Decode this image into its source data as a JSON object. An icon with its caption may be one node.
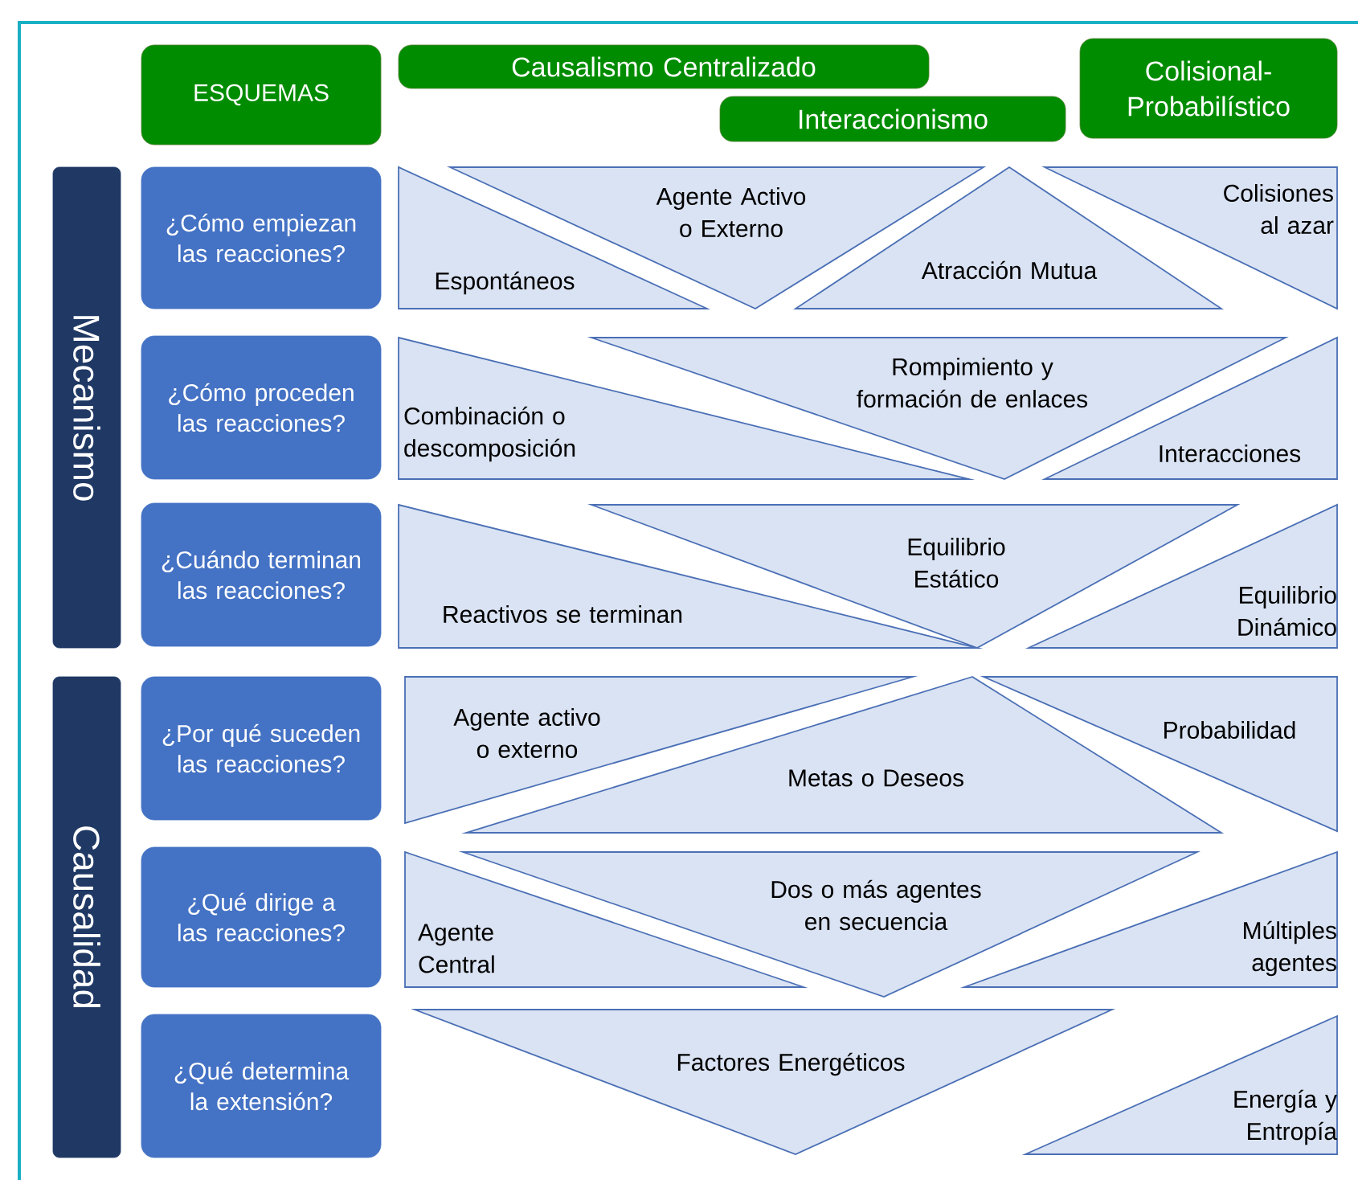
{
  "diagram": {
    "nodes": [
      {
        "text": [
          "ESQUEMAS"
        ]
      },
      {
        "text": [
          "Causalismo Centralizado"
        ]
      },
      {
        "text": [
          "Interaccionismo"
        ]
      },
      {
        "text": [
          "Colisional-Probabilístico"
        ]
      },
      {
        "text": [
          "Mecanismo"
        ]
      },
      {
        "text": [
          "¿Cómo empiezan las reacciones?"
        ]
      },
      {
        "text": [
          "¿Cómo proceden las reacciones?"
        ]
      },
      {
        "text": [
          "¿Cuándo terminan las reacciones?"
        ]
      },
      {
        "text": [
          "Causalidad"
        ]
      },
      {
        "text": [
          "¿Por qué suceden las reacciones?"
        ]
      },
      {
        "text": [
          "¿Qué dirige a las reacciones?"
        ]
      },
      {
        "text": [
          "¿Qué determina la extensión?"
        ]
      },
      {
        "text": [
          "Espontáneos"
        ]
      },
      {
        "text": [
          "Agente Activo o Externo"
        ]
      },
      {
        "text": [
          "Atracción Mutua"
        ]
      },
      {
        "text": [
          "Colisiones al azar"
        ]
      },
      {
        "text": [
          "Combinación o descomposición"
        ]
      },
      {
        "text": [
          "Rompimiento y formación de enlaces"
        ]
      },
      {
        "text": [
          "Interacciones"
        ]
      },
      {
        "text": [
          "Reactivos se terminan"
        ]
      },
      {
        "text": [
          "Equilibrio Estático"
        ]
      },
      {
        "text": [
          "Equilibrio Dinámico"
        ]
      },
      {
        "text": [
          "Agente activo o externo"
        ]
      },
      {
        "text": [
          "Metas o Deseos"
        ]
      },
      {
        "text": [
          "Probabilidad"
        ]
      },
      {
        "text": [
          "Agente Central"
        ]
      },
      {
        "text": [
          "Dos o más agentes en secuencia"
        ]
      },
      {
        "text": [
          "Múltiples agentes"
        ]
      },
      {
        "text": [
          "Factores Energéticos"
        ]
      },
      {
        "text": [
          "Energía y Entropía"
        ]
      }
    ]
  }
}
